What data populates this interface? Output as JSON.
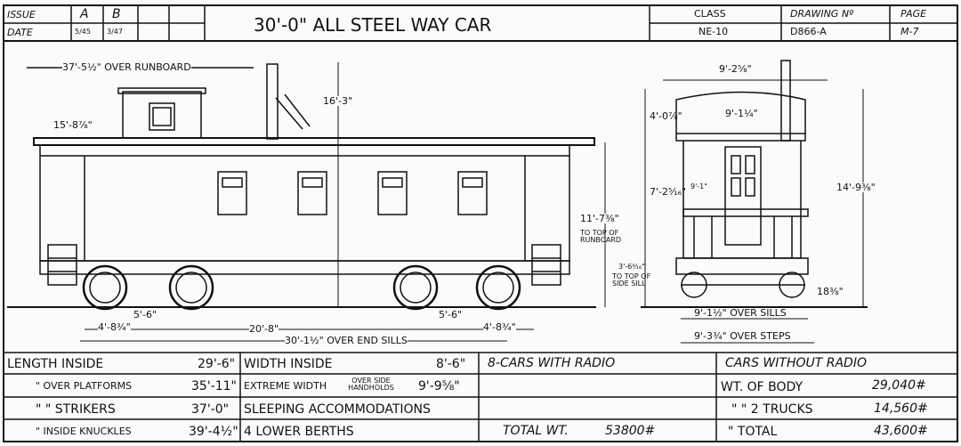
{
  "title_block": {
    "issue_label": "ISSUE",
    "issue_values": [
      "A",
      "B"
    ],
    "date_label": "DATE",
    "date_values": [
      "5/45",
      "3/47"
    ],
    "title": "30'-0\" ALL STEEL WAY CAR",
    "class_label": "CLASS",
    "class_value": "NE-10",
    "drawing_no_label": "DRAWING Nº",
    "drawing_no_value": "D866-A",
    "page_label": "PAGE",
    "page_value": "M-7"
  },
  "side_view_dims": {
    "over_runboard": "37'-5½\" OVER RUNBOARD",
    "cupola_height": "15'-8⅞\"",
    "overall_height": "16'-3\"",
    "runboard_height": "11'-7⅜\"",
    "runboard_note": "TO TOP OF RUNBOARD",
    "truck_offset": "4'-8¾\"",
    "wheelbase_left": "5'-6\"",
    "truck_centers": "20'-8\"",
    "wheelbase_right": "5'-6\"",
    "truck_offset_right": "4'-8¾\"",
    "over_end_sills": "30'-1½\" OVER END SILLS"
  },
  "end_view_dims": {
    "overall_width": "9'-2⅝\"",
    "cupola_height": "4'-0⅞\"",
    "cupola_width": "9'-1¼\"",
    "side_height": "7'-2⁵⁄₁₆\"",
    "door_width": "9'-1\"",
    "overall_height": "14'-9⅜\"",
    "sill_height": "3'-6⁹⁄₁₆\"",
    "sill_note": "TO TOP OF SIDE SILL",
    "step_height": "18⅜\"",
    "over_sills": "9'-1½\" OVER SILLS",
    "over_steps": "9'-3¾\" OVER STEPS"
  },
  "specs_left": [
    {
      "label": "LENGTH INSIDE",
      "value": "29'-6\""
    },
    {
      "label": "\"  OVER PLATFORMS",
      "value": "35'-11\""
    },
    {
      "label": "\"  \"  STRIKERS",
      "value": "37'-0\""
    },
    {
      "label": "\"  INSIDE KNUCKLES",
      "value": "39'-4½\""
    }
  ],
  "specs_mid": [
    {
      "label": "WIDTH INSIDE",
      "value": "8'-6\""
    },
    {
      "label": "EXTREME WIDTH",
      "note": "OVER SIDE HANDHOLDS",
      "value": "9'-9⅝\""
    },
    {
      "label": "SLEEPING ACCOMMODATIONS",
      "value": ""
    },
    {
      "label": "4 LOWER BERTHS",
      "value": ""
    }
  ],
  "with_radio": {
    "header": "8-CARS WITH RADIO",
    "total_label": "TOTAL WT.",
    "total_value": "53800#"
  },
  "without_radio": {
    "header": "CARS WITHOUT RADIO",
    "rows": [
      {
        "label": "WT. OF BODY",
        "value": "29,040#"
      },
      {
        "label": "\"  \"  2 TRUCKS",
        "value": "14,560#"
      },
      {
        "label": "\"  TOTAL",
        "value": "43,600#"
      }
    ]
  }
}
